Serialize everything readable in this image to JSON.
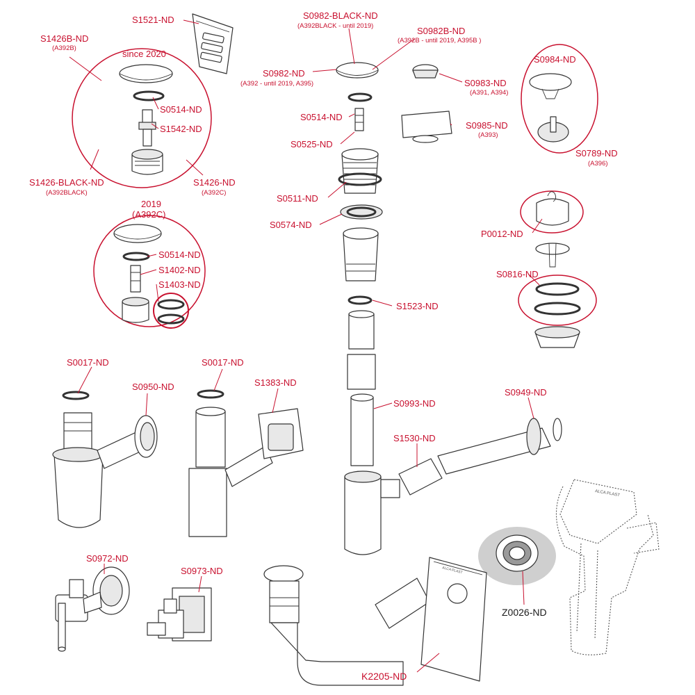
{
  "labels": {
    "s1521": "S1521-ND",
    "s0982_black": "S0982-BLACK-ND",
    "s0982_black_sub": "(A392BLACK - until 2019)",
    "s0982b": "S0982B-ND",
    "s0982b_sub": "(A392B - until 2019, A395B )",
    "s1426b": "S1426B-ND",
    "s1426b_sub": "(A392B)",
    "since_2020": "since 2020",
    "s0982": "S0982-ND",
    "s0982_sub": "(A392 - until 2019, A395)",
    "s0983": "S0983-ND",
    "s0983_sub": "(A391, A394)",
    "s0984": "S0984-ND",
    "s0514_a": "S0514-ND",
    "s0514_b": "S0514-ND",
    "s1542": "S1542-ND",
    "s0525": "S0525-ND",
    "s0985": "S0985-ND",
    "s0985_sub": "(A393)",
    "s0789": "S0789-ND",
    "s0789_sub": "(A396)",
    "s1426_black": "S1426-BLACK-ND",
    "s1426_black_sub": "(A392BLACK)",
    "s1426": "S1426-ND",
    "s1426_sub": "(A392C)",
    "s0511": "S0511-ND",
    "year_2019": "2019",
    "year_2019_sub": "(A392C)",
    "p0012": "P0012-ND",
    "s0574": "S0574-ND",
    "s0514_c": "S0514-ND",
    "s1402": "S1402-ND",
    "s1403": "S1403-ND",
    "s0816": "S0816-ND",
    "s1523": "S1523-ND",
    "s0017_a": "S0017-ND",
    "s0017_b": "S0017-ND",
    "s0950": "S0950-ND",
    "s1383": "S1383-ND",
    "s0949": "S0949-ND",
    "s0993": "S0993-ND",
    "s1530": "S1530-ND",
    "s0972": "S0972-ND",
    "s0973": "S0973-ND",
    "z0026": "Z0026-ND",
    "k2205": "K2205-ND",
    "brand_mark_a": "ALCA PLAST",
    "brand_mark_b": "ALCA PLAST"
  },
  "colors": {
    "label_red": "#c8102e",
    "outline": "#333333",
    "highlight_fill": "#cfcfcf"
  }
}
